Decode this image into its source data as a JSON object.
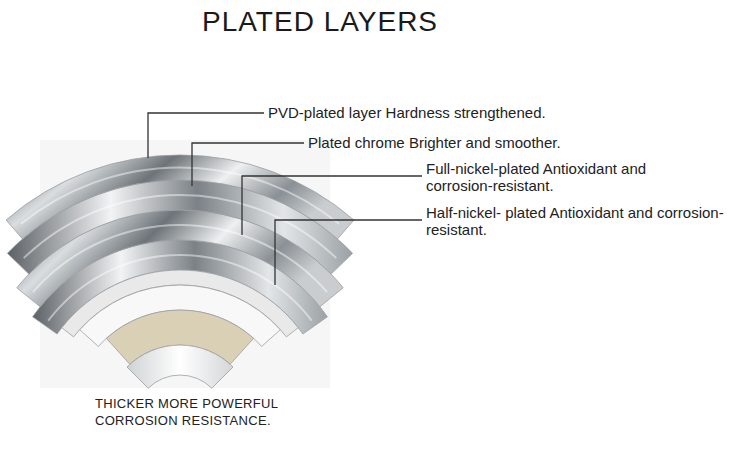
{
  "diagram": {
    "title": "PLATED LAYERS",
    "caption": "THICKER MORE POWERFUL CORROSION RESISTANCE.",
    "labels": [
      "PVD-plated layer Hardness strengthened.",
      "Plated chrome Brighter and smoother.",
      "Full-nickel-plated Antioxidant and corrosion-resistant.",
      "Half-nickel- plated Antioxidant and corrosion-resistant."
    ]
  }
}
